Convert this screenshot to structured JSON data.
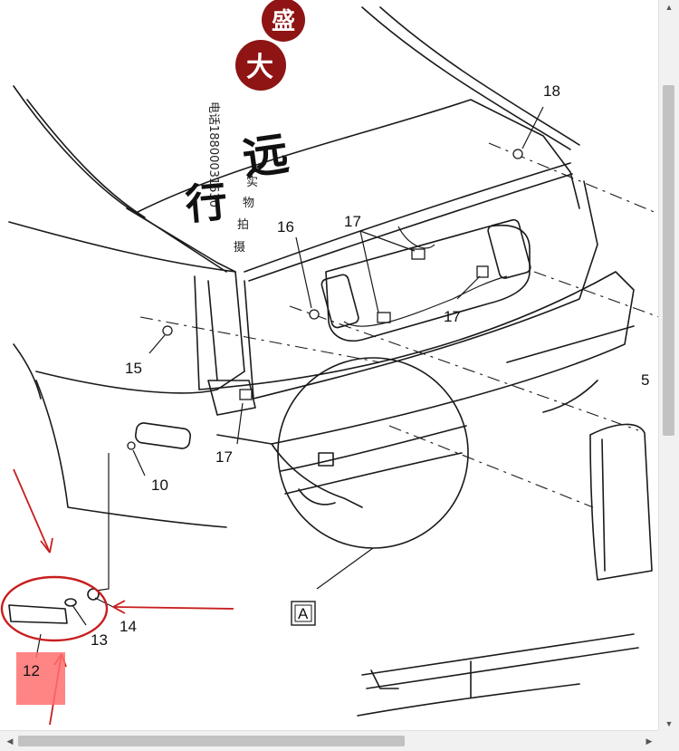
{
  "watermark": {
    "seal_chars": [
      "盛",
      "大"
    ],
    "vertical_text": "电话18800031630",
    "brush_chars": [
      "远",
      "行"
    ],
    "small_chars": [
      "实",
      "物",
      "拍",
      "摄"
    ]
  },
  "callouts": {
    "c18": "18",
    "c16": "16",
    "c17a": "17",
    "c17b": "17",
    "c17c": "17",
    "c15": "15",
    "c10": "10",
    "c12": "12",
    "c13": "13",
    "c14": "14",
    "c5": "5"
  },
  "detail": {
    "label": "A"
  },
  "colors": {
    "seal": "#8f1414",
    "annotation": "#c81e1e",
    "highlight": "#ff6f6f"
  },
  "scrollbars": {
    "vertical": {
      "position": 0.2,
      "visible_fraction": 0.5
    },
    "horizontal": {
      "position": 0.0,
      "visible_fraction": 0.62
    }
  }
}
